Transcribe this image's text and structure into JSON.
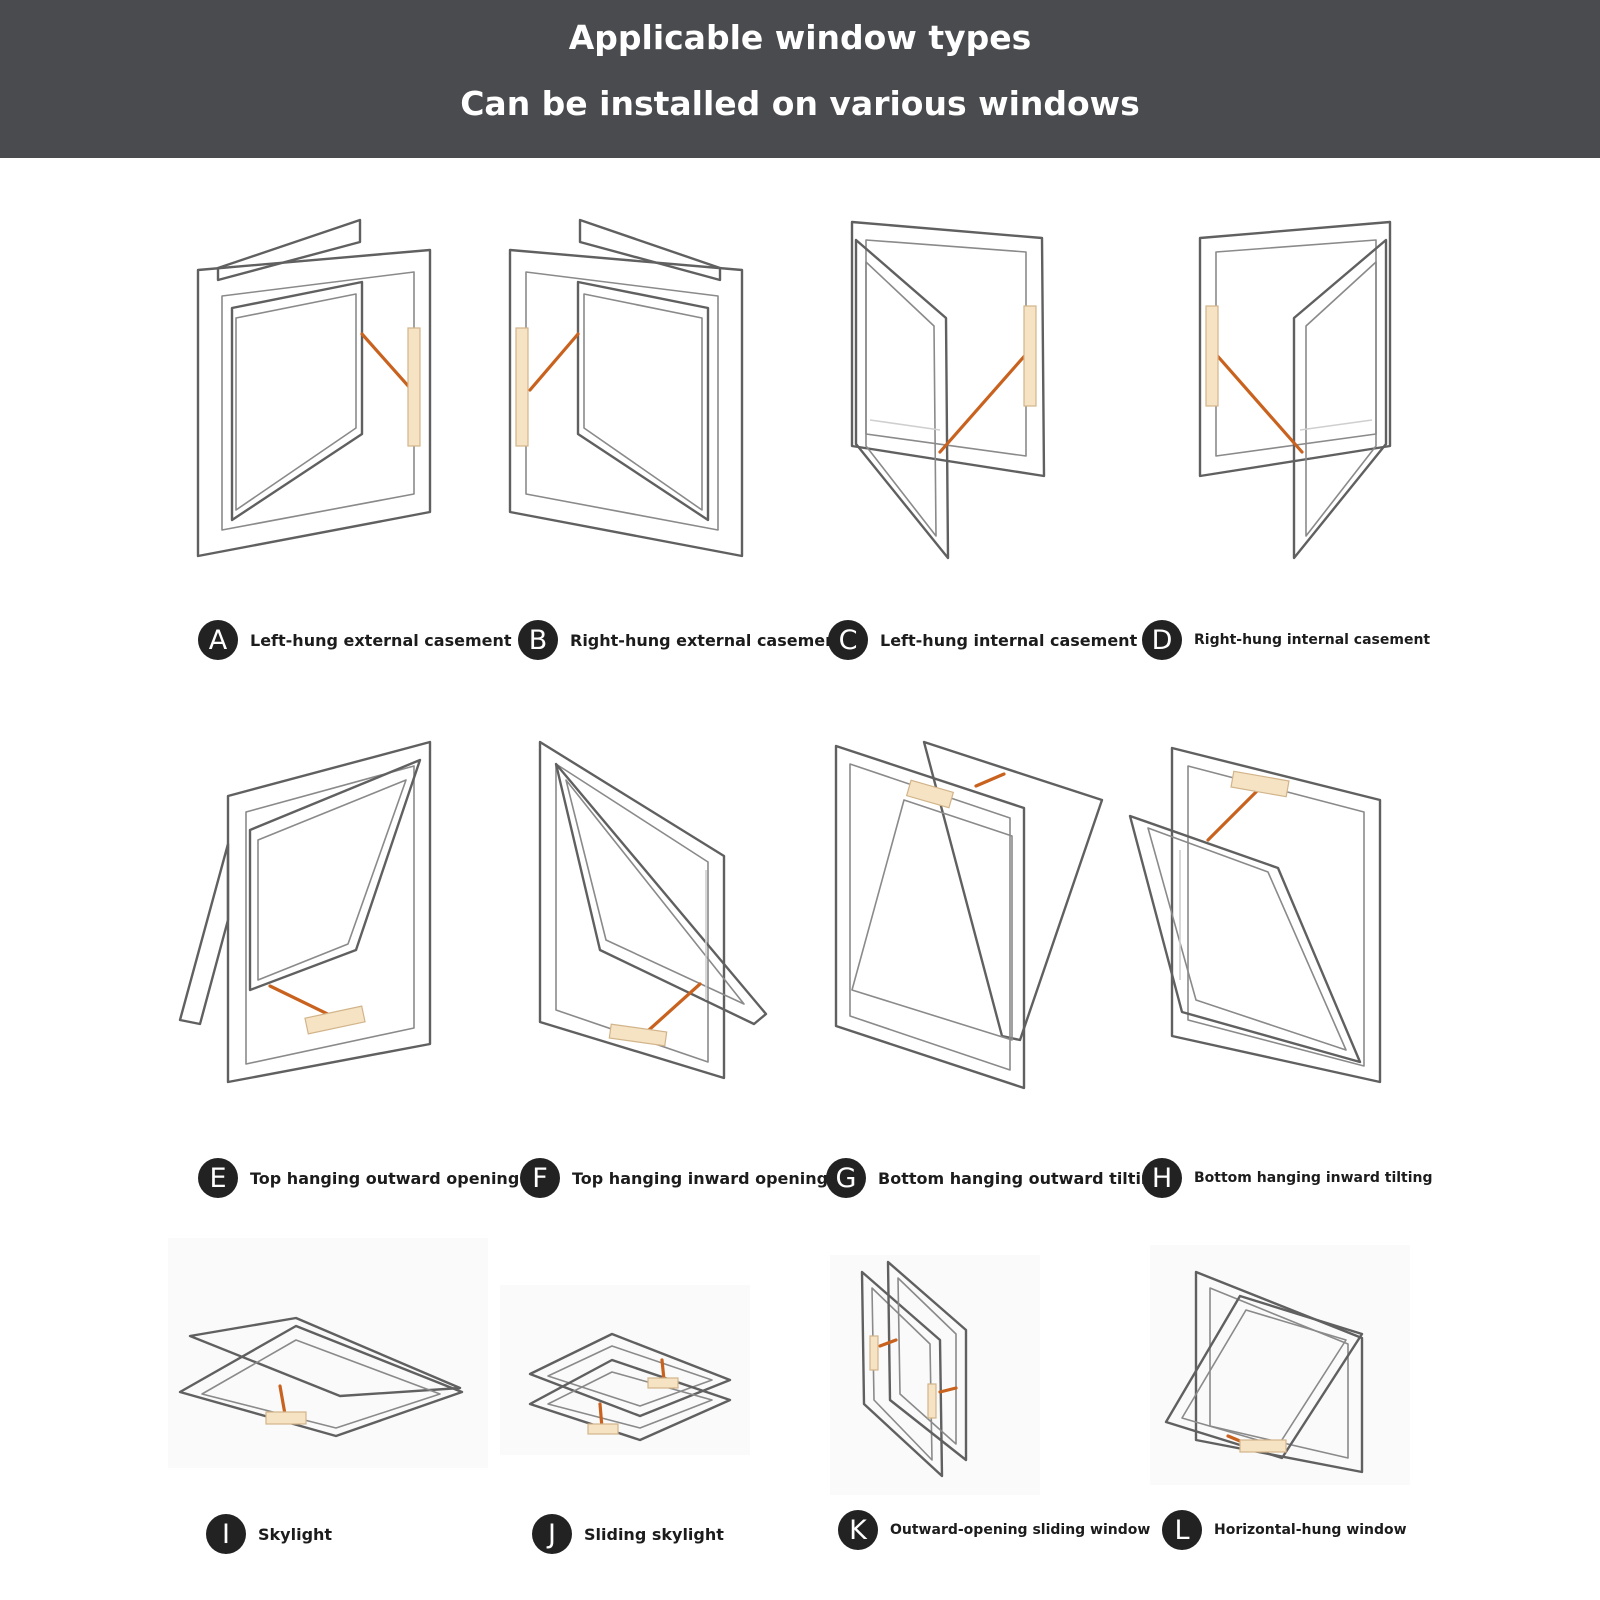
{
  "header": {
    "title": "Applicable window types",
    "subtitle": "Can be installed on various windows"
  },
  "colors": {
    "header_bg": "#4a4b4f",
    "header_text": "#ffffff",
    "badge_bg": "#222222",
    "arm": "#c8621e",
    "hinge": "#f5e3c3",
    "frame_line": "#606060"
  },
  "window_types": [
    {
      "letter": "A",
      "name": "Left-hung external casement"
    },
    {
      "letter": "B",
      "name": "Right-hung external casement"
    },
    {
      "letter": "C",
      "name": "Left-hung internal casement"
    },
    {
      "letter": "D",
      "name": "Right-hung internal casement"
    },
    {
      "letter": "E",
      "name": "Top hanging outward opening"
    },
    {
      "letter": "F",
      "name": "Top hanging inward opening"
    },
    {
      "letter": "G",
      "name": "Bottom hanging outward tilting"
    },
    {
      "letter": "H",
      "name": "Bottom hanging inward tilting"
    },
    {
      "letter": "I",
      "name": "Skylight"
    },
    {
      "letter": "J",
      "name": "Sliding skylight"
    },
    {
      "letter": "K",
      "name": "Outward-opening sliding window"
    },
    {
      "letter": "L",
      "name": "Horizontal-hung window"
    }
  ]
}
